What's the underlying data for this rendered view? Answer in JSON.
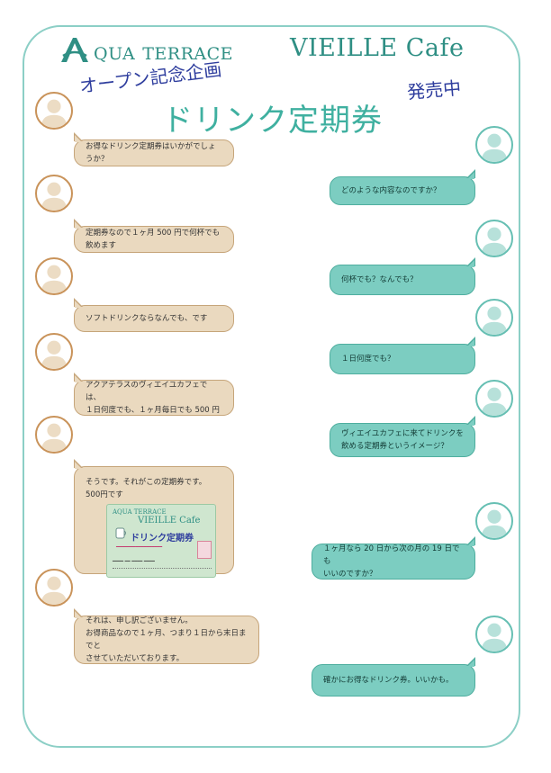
{
  "header": {
    "brand_letter": "A",
    "brand_qua": "QUA",
    "brand_terrace": "TERRACE",
    "cafe_name": "VIEILLE Cafe",
    "promo": "オープン記念企画",
    "on_sale": "発売中",
    "headline": "ドリンク定期券"
  },
  "colors": {
    "brand_teal": "#2f8f84",
    "headline_teal": "#3fb0a0",
    "promo_navy": "#2f3e9e",
    "left_bubble": "#ead9bf",
    "right_bubble": "#7ccdc1",
    "frame": "#8ccfc6"
  },
  "messages": [
    {
      "side": "left",
      "text": "お得なドリンク定期券はいかがでしょうか？"
    },
    {
      "side": "right",
      "text": "どのような内容なのですか？"
    },
    {
      "side": "left",
      "text": "定期券なので１ヶ月 500 円で何杯でも飲めます"
    },
    {
      "side": "right",
      "text": "何杯でも？なんでも？"
    },
    {
      "side": "left",
      "text": "ソフトドリンクならなんでも、です"
    },
    {
      "side": "right",
      "text": "１日何度でも？"
    },
    {
      "side": "left",
      "text": "アクアテラスのヴィエイユカフェでは、\n１日何度でも、１ヶ月毎日でも 500 円"
    },
    {
      "side": "right",
      "text": "ヴィエイユカフェに来てドリンクを\n飲める定期券というイメージ？"
    },
    {
      "side": "left",
      "text": "そうです。それがこの定期券です。\n500円です"
    },
    {
      "side": "right",
      "text": "１ヶ月なら 20 日から次の月の 19 日でも\nいいのですか？"
    },
    {
      "side": "left",
      "text": "それは、申し訳ございません。\nお得商品なので１ヶ月、つまり１日から末日までと\nさせていただいております。"
    },
    {
      "side": "right",
      "text": "確かにお得なドリンク券。いいかも。"
    }
  ],
  "ticket": {
    "brand": "AQUA TERRACE",
    "cafe": "VIEILLE Cafe",
    "title": "ドリンク定期券"
  }
}
